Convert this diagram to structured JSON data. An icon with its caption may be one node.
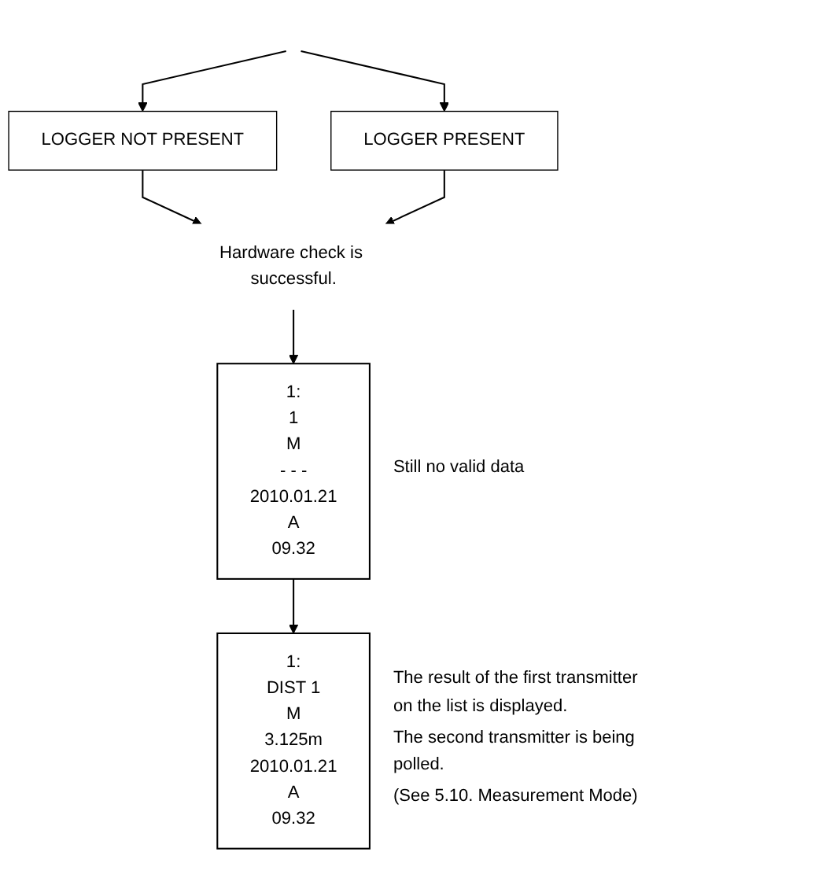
{
  "diagram": {
    "nodes": [
      {
        "text": [
          "LOGGER NOT PRESENT"
        ]
      },
      {
        "text": [
          "LOGGER PRESENT"
        ]
      },
      {
        "text": [
          "Hardware check is successful."
        ]
      },
      {
        "text": [
          "1:",
          "1",
          "M",
          "- - -",
          "2010.01.21",
          "A",
          "09.32"
        ],
        "beside": [
          "Still no valid data"
        ]
      },
      {
        "text": [
          "1:",
          "DIST 1",
          "M",
          "3.125m",
          "2010.01.21",
          "A",
          "09.32"
        ],
        "beside": [
          "The result of the first transmitter on the list is displayed.",
          "The second transmitter is being polled.",
          "(See 5.10. Measurement Mode)"
        ]
      }
    ],
    "edges": [
      {
        "from": null,
        "to": 0,
        "arrow": "to"
      },
      {
        "from": null,
        "to": 1,
        "arrow": "to"
      },
      {
        "from": 0,
        "to": 2,
        "arrow": "to"
      },
      {
        "from": 1,
        "to": 2,
        "arrow": "to"
      },
      {
        "from": 2,
        "to": 3,
        "arrow": "to"
      },
      {
        "from": 3,
        "to": 4,
        "arrow": "to"
      }
    ]
  }
}
